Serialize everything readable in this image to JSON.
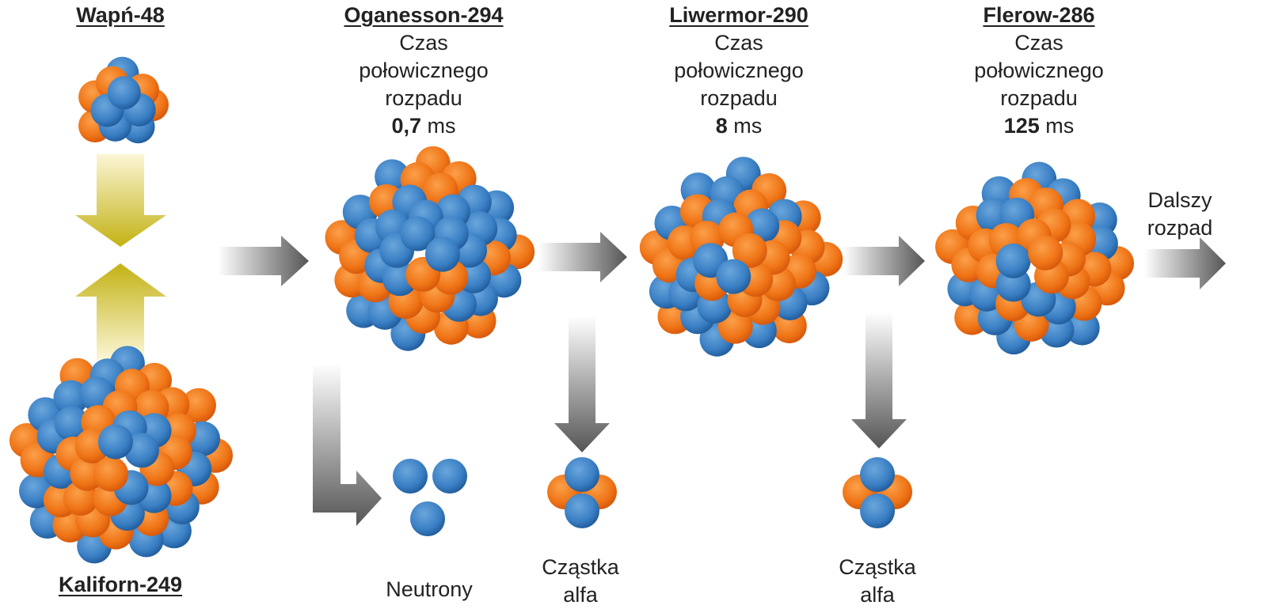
{
  "colors": {
    "proton": "#f07a1a",
    "neutron": "#3a7fc4",
    "yellow_arrow": "#c9b81a",
    "gray_arrow": "#666666"
  },
  "reactants": {
    "projectile": "Wapń-48",
    "target": "Kaliforn-249"
  },
  "products": [
    {
      "name": "Oganesson-294",
      "line1": "Czas",
      "line2": "połowicznego",
      "line3": "rozpadu",
      "half_life_value": "0,7",
      "half_life_unit": " ms"
    },
    {
      "name": "Liwermor-290",
      "line1": "Czas",
      "line2": "połowicznego",
      "line3": "rozpadu",
      "half_life_value": "8",
      "half_life_unit": " ms"
    },
    {
      "name": "Flerow-286",
      "line1": "Czas",
      "line2": "połowicznego",
      "line3": "rozpadu",
      "half_life_value": "125",
      "half_life_unit": " ms"
    }
  ],
  "emissions": {
    "neutrons": "Neutrony",
    "alpha1_line1": "Cząstka",
    "alpha1_line2": "alfa",
    "alpha2_line1": "Cząstka",
    "alpha2_line2": "alfa"
  },
  "further": {
    "line1": "Dalszy",
    "line2": "rozpad"
  }
}
